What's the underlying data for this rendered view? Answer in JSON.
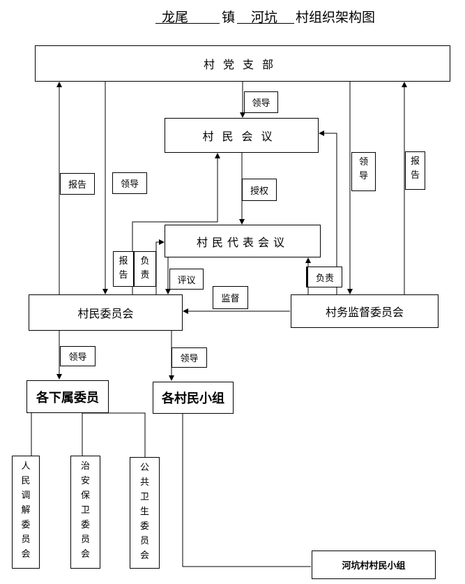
{
  "title": {
    "town_name": "龙尾",
    "town_suffix": "镇",
    "village_name": "河坑",
    "village_suffix": "村组织架构图"
  },
  "nodes": {
    "party_branch": "村党支部",
    "villagers_meeting": "村民会议",
    "representatives_meeting": "村民代表会议",
    "villagers_committee": "村民委员会",
    "affairs_supervision_committee": "村务监督委员会",
    "subordinate_committees": "各下属委员",
    "villager_groups": "各村民小组",
    "mediation_committee": "人民调解委员会",
    "security_committee": "治安保卫委员会",
    "public_health_committee": "公共卫生委员会",
    "hekeng_villager_group": "河坑村村民小组"
  },
  "edge_labels": {
    "party_to_meeting": "领导",
    "meeting_to_reps": "授权",
    "report_left": "报告",
    "lead_left": "领导",
    "lead_right": "领导",
    "report_right": "报告",
    "report_mid": "报告",
    "responsible_mid": "负责",
    "evaluate": "评议",
    "supervise": "监督",
    "responsible_right": "负责",
    "committee_to_sub": "领导",
    "committee_to_groups": "领导"
  }
}
